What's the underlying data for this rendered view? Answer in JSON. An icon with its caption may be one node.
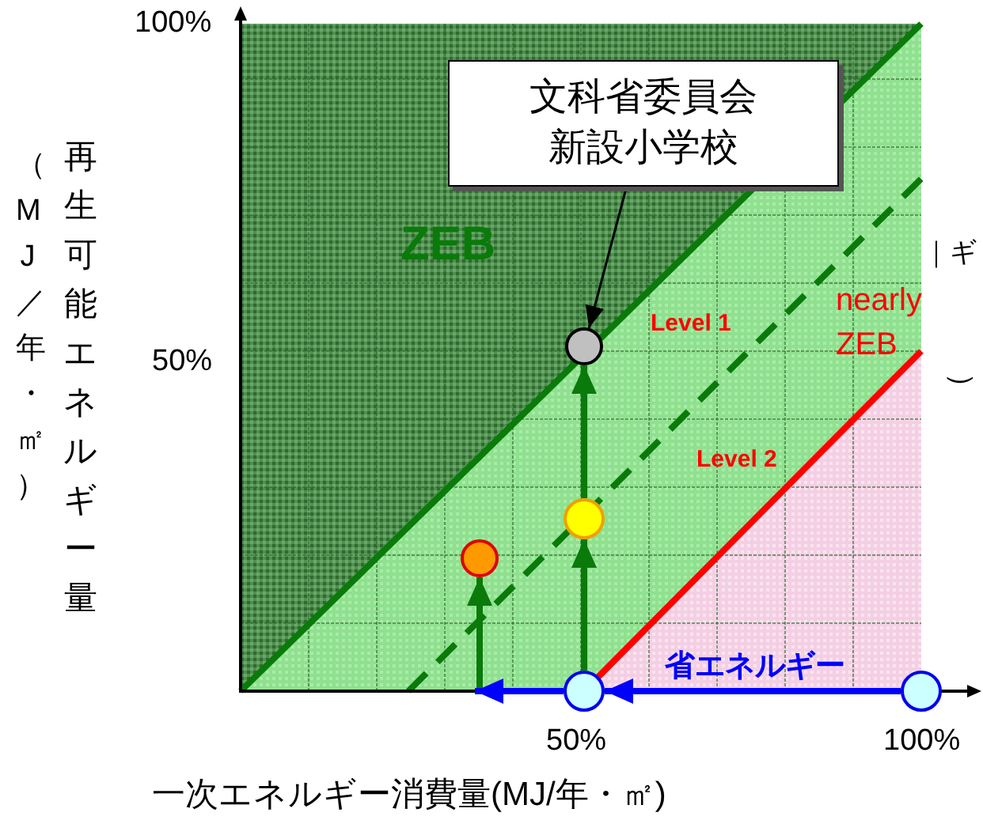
{
  "diagram": {
    "nodes": [
      {
        "text": [
          "文科省委員会新設小学校"
        ]
      },
      {
        "text": [],
        "shape": "circle"
      },
      {
        "text": [],
        "shape": "circle"
      },
      {
        "text": [],
        "shape": "circle"
      },
      {
        "text": [],
        "shape": "circle"
      },
      {
        "text": [],
        "shape": "circle"
      }
    ],
    "edges": [
      {
        "from": 0,
        "to": 1,
        "arrow": "to",
        "color": "#000000"
      },
      {
        "from": 4,
        "to": 2,
        "arrow": "to"
      },
      {
        "from": 2,
        "to": 1,
        "arrow": "to"
      },
      {
        "from": null,
        "to": 3,
        "arrow": "to"
      },
      {
        "from": 5,
        "to": 4,
        "arrow": "to",
        "color": "#0000ff",
        "label": "省エネルギー"
      },
      {
        "from": 4,
        "to": null,
        "arrow": "to",
        "color": "#0000ff"
      }
    ],
    "labels": [
      "100%",
      "再生可能エネルギー量",
      "（MJ／年・㎡）",
      "50%",
      "ZEB",
      "｜ギ",
      "nearly ZEB",
      "Level 1",
      "）",
      "Level 2",
      "50%",
      "100%",
      "一次エネルギー消費量(MJ/年・㎡)"
    ]
  }
}
